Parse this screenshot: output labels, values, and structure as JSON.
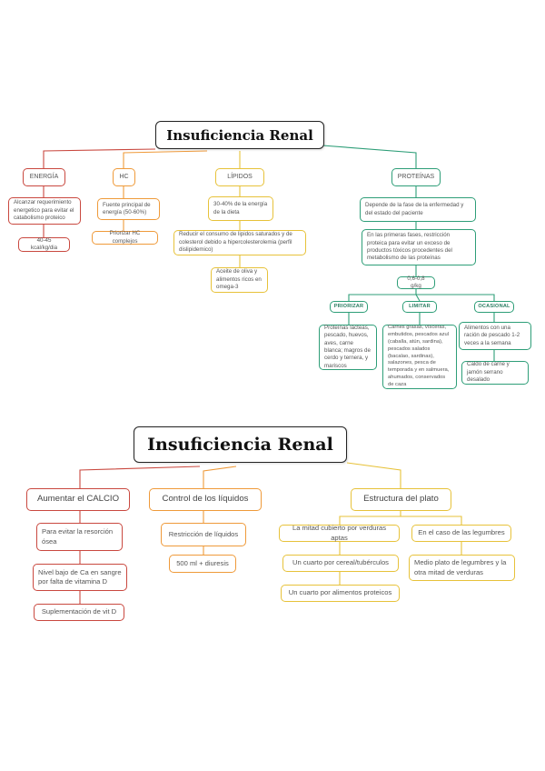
{
  "map1": {
    "title": "Insuficiencia Renal",
    "energia": {
      "label": "ENERGÍA",
      "desc": "Alcanzar requerimiento energetico para evitar el catabolismo proteico",
      "value": "40-45 kcal/kg/dia"
    },
    "hc": {
      "label": "HC",
      "desc": "Fuente principal de energía (50-60%)",
      "note": "Priorizar HC complejos"
    },
    "lipidos": {
      "label": "LÍPIDOS",
      "desc": "30-40% de la energía de la dieta",
      "note1": "Reducir el consumo de lipidos saturados y de colesterol debido a hipercolesterolemia (perfil dislipidemico)",
      "note2": "Aceite de oliva y alimentos ricos en omega-3"
    },
    "proteinas": {
      "label": "PROTEÍNAS",
      "desc": "Depende de la fase de la enfermedad y del estado del paciente",
      "note": "En las primeras fases, restricción proteica para evitar un exceso de productos tóxicos procedentes del metabolismo de las proteínas",
      "amount": "0,6-0,8 g/kg",
      "priorizar": {
        "label": "PRIORIZAR",
        "text": "Proteínas lácteas, pescado, huevos, aves, carne blanca; magros de cerdo y ternera, y mariscos"
      },
      "limitar": {
        "label": "LIMITAR",
        "text": "Carnes grasas, vísceras, embutidos, pescados azul (caballa, atún, sardina), pescados salados (bacalao, sardinas), salazones, pesca de temporada y en salmuera, ahumados, conservados de caza"
      },
      "ocasional": {
        "label": "OCASIONAL",
        "text": "Alimentos con una ración de pescado 1-2 veces a la semana",
        "note": "Caldo de carne y jamón serrano desalado"
      }
    }
  },
  "map2": {
    "title": "Insuficiencia Renal",
    "calcio": {
      "label": "Aumentar el CALCIO",
      "item1": "Para evitar la resorción ósea",
      "item2": "Nivel bajo de Ca en sangre por falta de vitamina D",
      "item3": "Suplementación de vit D"
    },
    "liquidos": {
      "label": "Control de los líquidos",
      "item1": "Restricción de líquidos",
      "item2": "500 ml + diuresis"
    },
    "plato": {
      "label": "Estructura del plato",
      "item1": "La mitad cubierto por verduras aptas",
      "item2": "Un cuarto por cereal/tubérculos",
      "item3": "Un cuarto por alimentos proteicos",
      "item4": "En el caso de las legumbres",
      "item5": "Medio plato de legumbres y la otra mitad de verduras"
    }
  },
  "colors": {
    "red": "#c9483f",
    "orange": "#ef9a3a",
    "yellow": "#e7c23a",
    "green": "#2e9e78"
  }
}
